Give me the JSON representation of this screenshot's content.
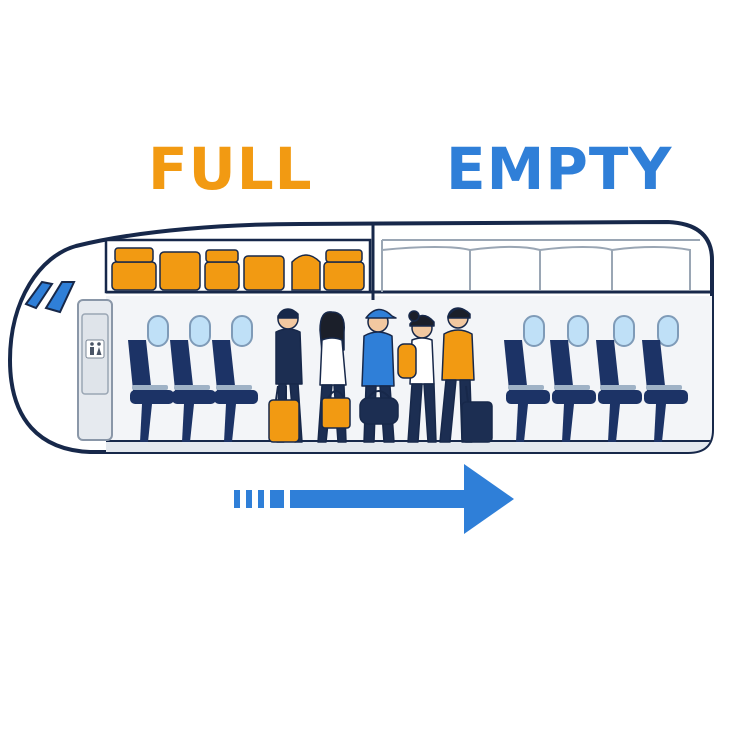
{
  "labels": {
    "full": "FULL",
    "empty": "EMPTY"
  },
  "colors": {
    "full_accent": "#f29a12",
    "empty_accent": "#2f7fd8",
    "outline": "#17284a",
    "seat": "#1c3366",
    "seat_trim": "#9fb2c6",
    "window": "#bfe0f7",
    "cabin_wall": "#f3f5f8",
    "arrow": "#2f7fd8"
  },
  "icons": {
    "restroom_sign": "restroom-icon",
    "direction": "arrow-right-icon"
  },
  "layout_notes": {
    "bins_left": "full",
    "bins_right": "empty",
    "flow_direction": "right"
  }
}
